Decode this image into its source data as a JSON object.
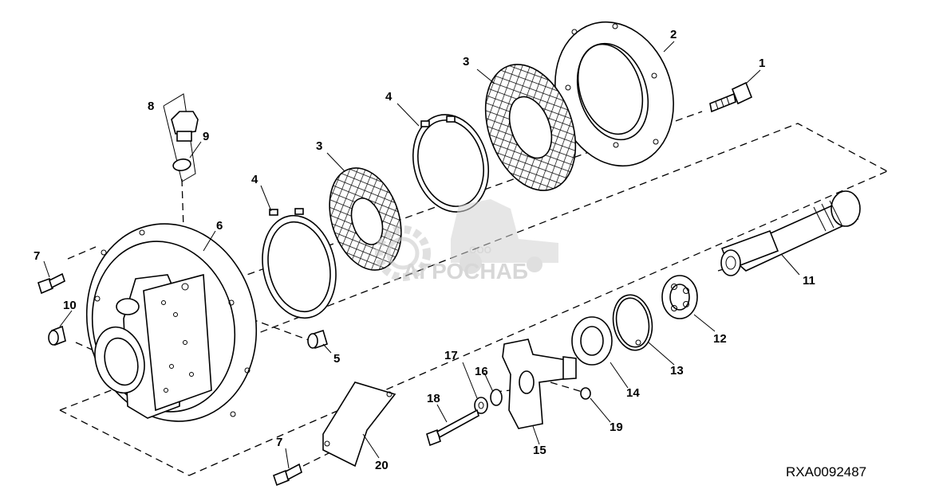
{
  "diagram": {
    "reference_code": "RXA0092487",
    "callouts": {
      "c1": "1",
      "c2": "2",
      "c3a": "3",
      "c3b": "3",
      "c4a": "4",
      "c4b": "4",
      "c5": "5",
      "c6": "6",
      "c7a": "7",
      "c7b": "7",
      "c8": "8",
      "c9": "9",
      "c10": "10",
      "c11": "11",
      "c12": "12",
      "c13": "13",
      "c14": "14",
      "c15": "15",
      "c16": "16",
      "c17": "17",
      "c18": "18",
      "c19": "19",
      "c20": "20"
    }
  },
  "watermark": {
    "small_text": "ООО",
    "brand_text": "АГРОСНАБ",
    "icon": "gear-and-combine-harvester-icon"
  }
}
